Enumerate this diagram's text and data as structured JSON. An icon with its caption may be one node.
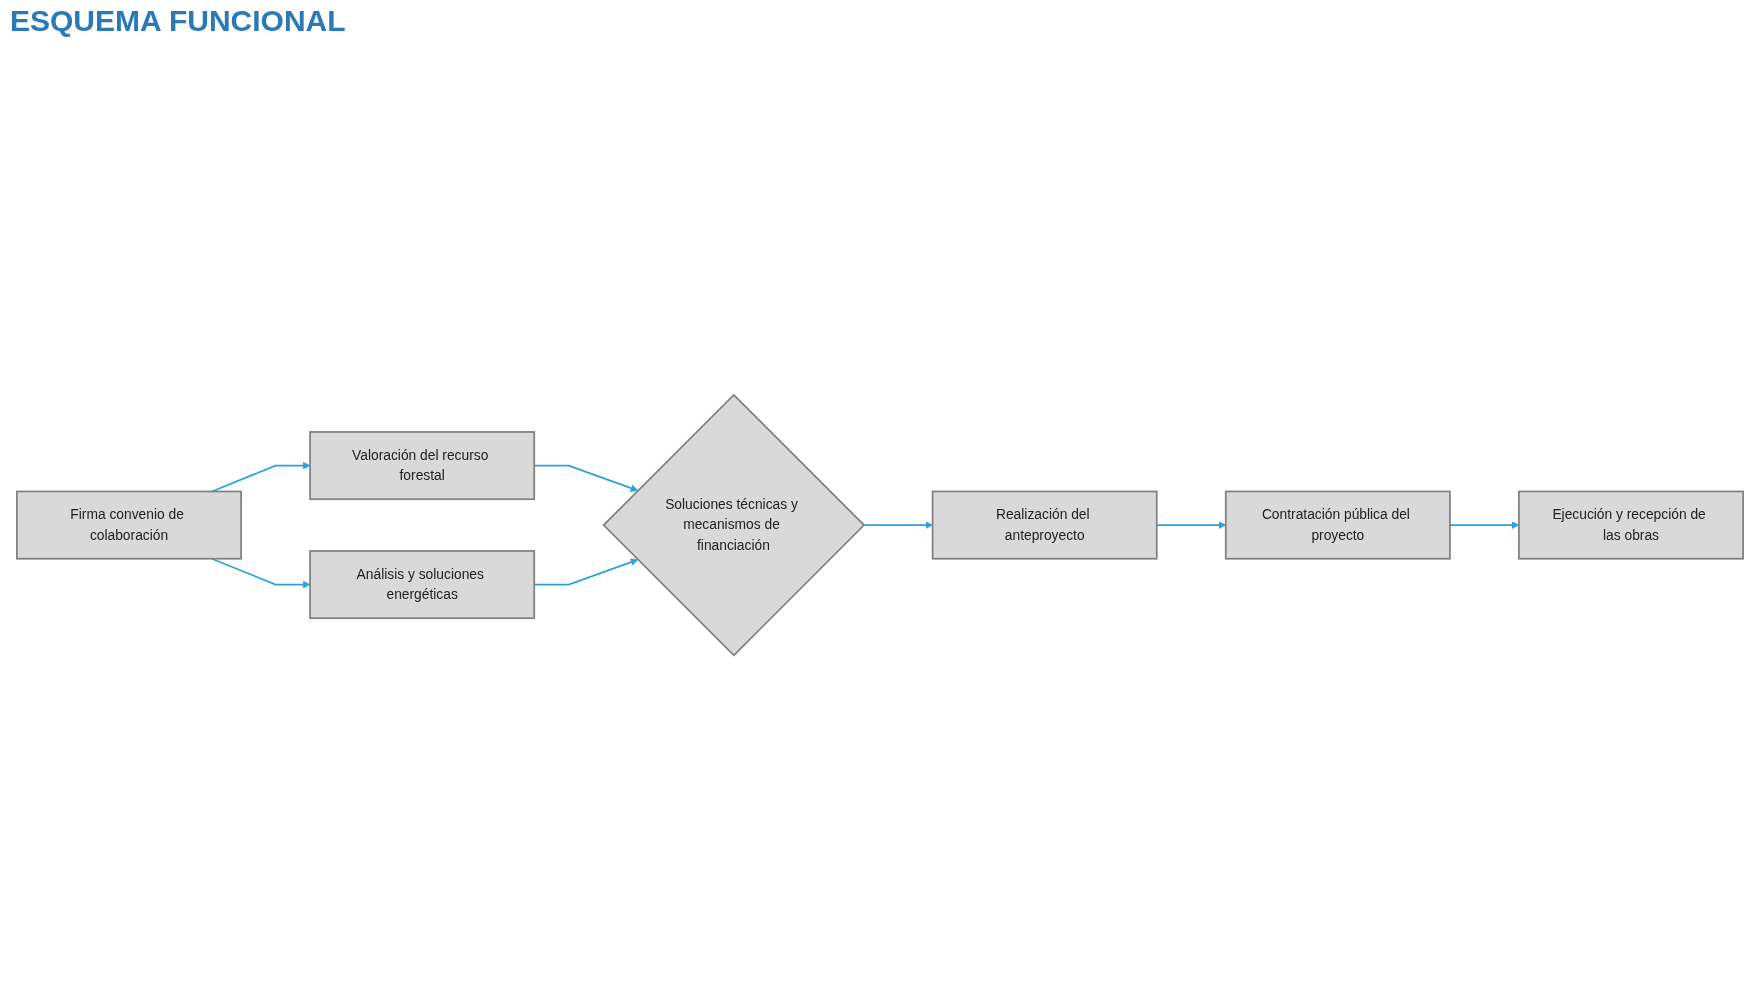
{
  "diagram": {
    "title": "ESQUEMA FUNCIONAL",
    "nodes": [
      {
        "text": [
          "Firma convenio de colaboración"
        ]
      },
      {
        "text": [
          "Valoración del recurso forestal"
        ]
      },
      {
        "text": [
          "Análisis y soluciones energéticas"
        ]
      },
      {
        "text": [
          "Soluciones técnicas y mecanismos de financiación"
        ]
      },
      {
        "text": [
          "Realización del anteproyecto"
        ]
      },
      {
        "text": [
          "Contratación pública del proyecto"
        ]
      },
      {
        "text": [
          "Ejecución y recepción de las obras"
        ]
      }
    ],
    "edges": [
      {
        "from": 0,
        "to": 1,
        "arrow": "to"
      },
      {
        "from": 0,
        "to": 2,
        "arrow": "to"
      },
      {
        "from": 1,
        "to": 3,
        "arrow": "to"
      },
      {
        "from": 2,
        "to": 3,
        "arrow": "to"
      },
      {
        "from": 3,
        "to": 4,
        "arrow": "to"
      },
      {
        "from": 4,
        "to": 5,
        "arrow": "to"
      },
      {
        "from": 5,
        "to": 6,
        "arrow": "to"
      }
    ]
  }
}
